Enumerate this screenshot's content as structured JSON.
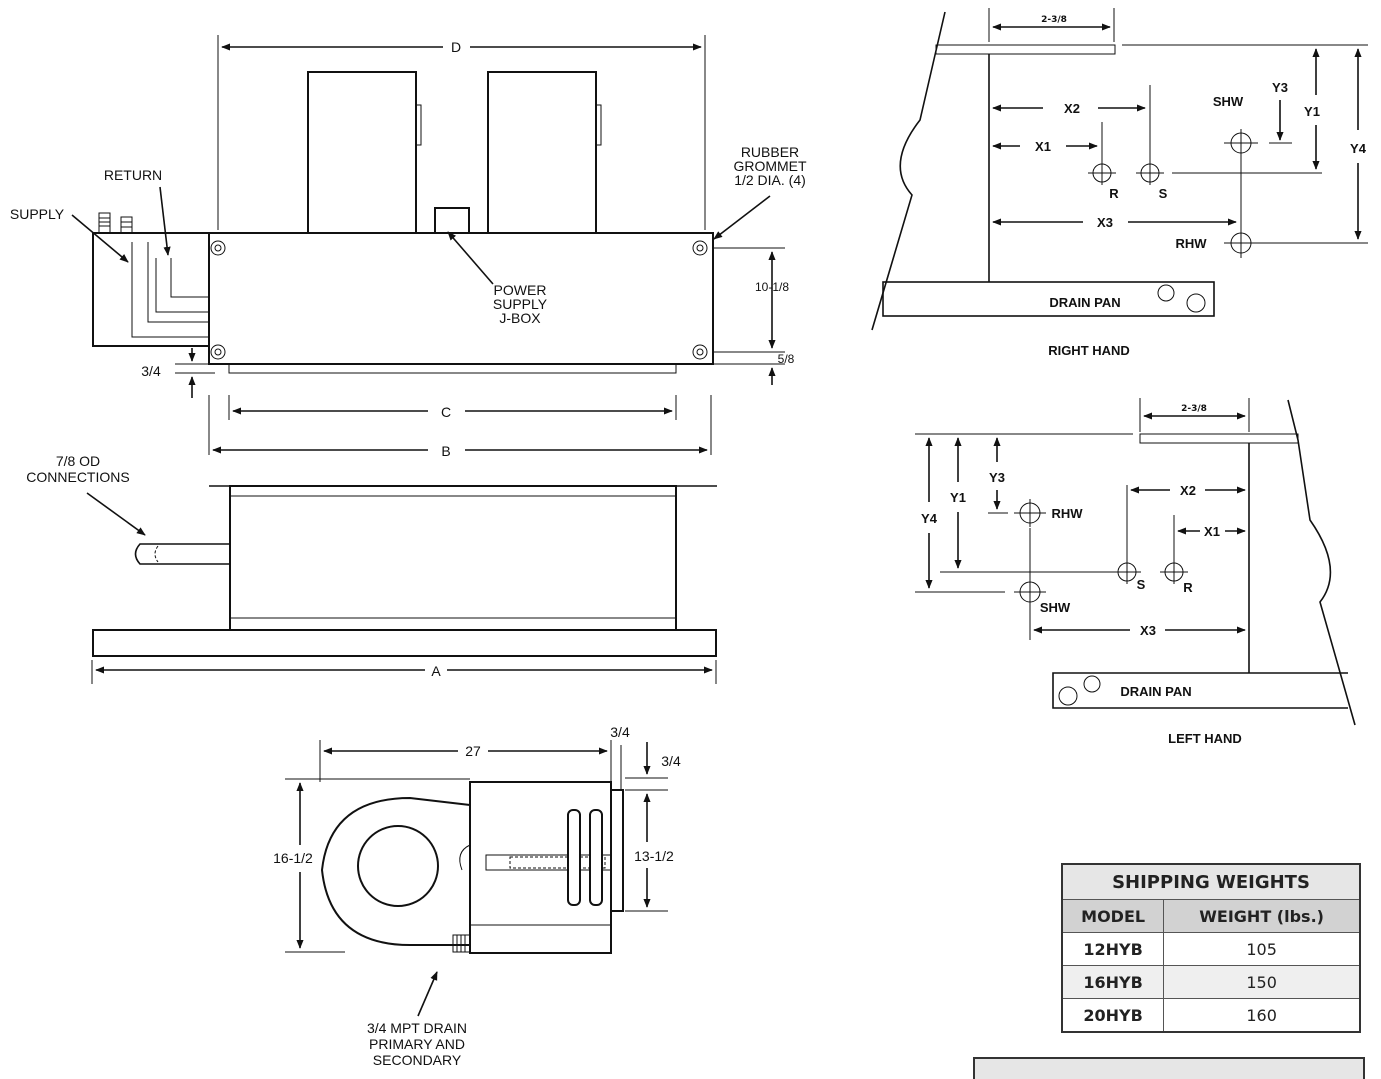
{
  "main_view": {
    "dim_d": "D",
    "dim_c": "C",
    "dim_b": "B",
    "dim_a": "A",
    "return_label": "RETURN",
    "supply_label": "SUPPLY",
    "grommet_line1": "RUBBER",
    "grommet_line2": "GROMMET",
    "grommet_line3": "1/2 DIA. (4)",
    "jbox_line1": "POWER",
    "jbox_line2": "SUPPLY",
    "jbox_line3": "J-BOX",
    "height_dim": "10-1/8",
    "dim_5_8": "5/8",
    "dim_3_4": "3/4",
    "conn_line1": "7/8 OD",
    "conn_line2": "CONNECTIONS"
  },
  "side_view": {
    "dim_27": "27",
    "dim_top_3_4": "3/4",
    "dim_side_3_4": "3/4",
    "dim_height": "16-1/2",
    "dim_inner": "13-1/2",
    "drain_line1": "3/4 MPT DRAIN",
    "drain_line2": "PRIMARY AND",
    "drain_line3": "SECONDARY"
  },
  "right_hand": {
    "caption": "RIGHT HAND",
    "dim_top": "2-3/8",
    "x1": "X1",
    "x2": "X2",
    "x3": "X3",
    "y1": "Y1",
    "y3": "Y3",
    "y4": "Y4",
    "shw": "SHW",
    "rhw": "RHW",
    "r": "R",
    "s": "S",
    "drain_pan": "DRAIN PAN"
  },
  "left_hand": {
    "caption": "LEFT HAND",
    "dim_top": "2-3/8",
    "x1": "X1",
    "x2": "X2",
    "x3": "X3",
    "y1": "Y1",
    "y3": "Y3",
    "y4": "Y4",
    "shw": "SHW",
    "rhw": "RHW",
    "r": "R",
    "s": "S",
    "drain_pan": "DRAIN PAN"
  },
  "shipping_weights": {
    "title": "SHIPPING WEIGHTS",
    "col_model": "MODEL",
    "col_weight": "WEIGHT (lbs.)",
    "rows": [
      {
        "model": "12HYB",
        "weight": "105"
      },
      {
        "model": "16HYB",
        "weight": "150"
      },
      {
        "model": "20HYB",
        "weight": "160"
      }
    ]
  }
}
